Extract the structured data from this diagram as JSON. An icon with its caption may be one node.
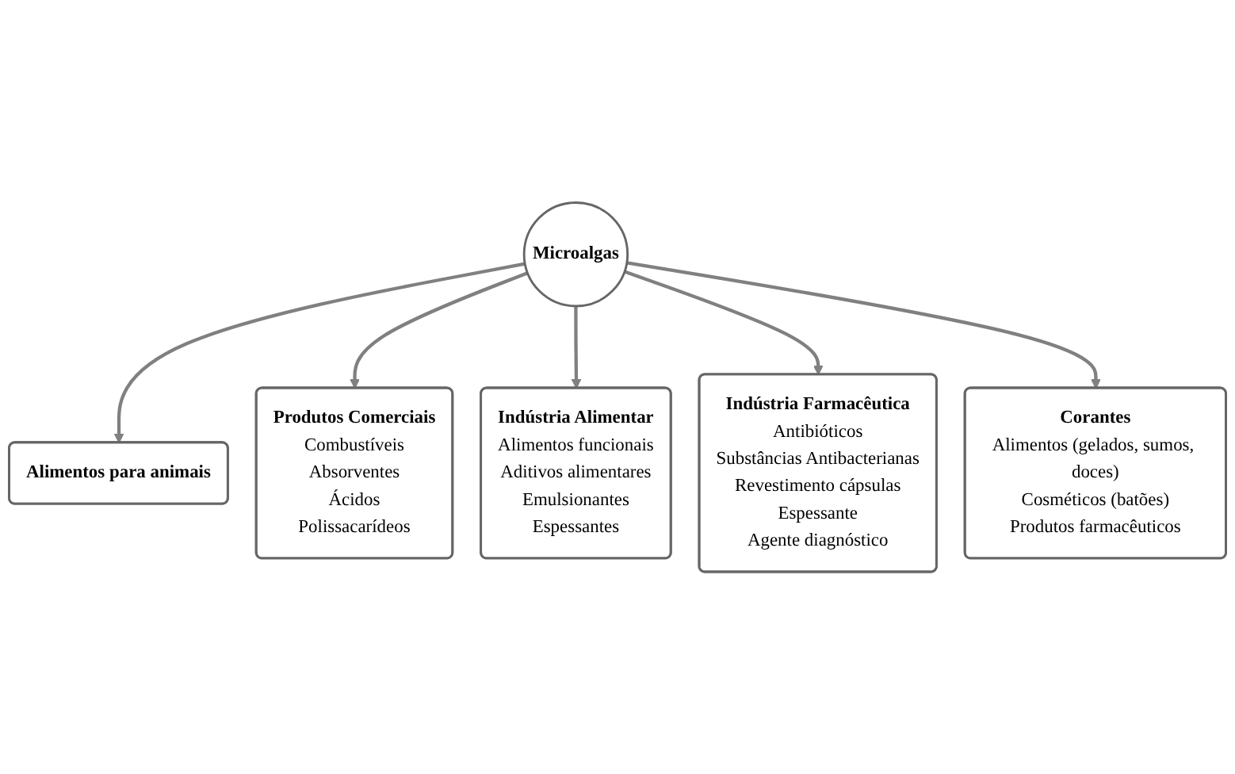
{
  "diagram": {
    "nodes": [
      {
        "text": [
          "Microalgas"
        ]
      },
      {
        "text": [
          "Alimentos para animais"
        ]
      },
      {
        "text": [
          "Produtos Comerciais",
          "Combustíveis",
          "Absorventes",
          "Ácidos",
          "Polissacarídeos"
        ]
      },
      {
        "text": [
          "Indústria Alimentar",
          "Alimentos funcionais",
          "Aditivos alimentares",
          "Emulsionantes",
          "Espessantes"
        ]
      },
      {
        "text": [
          "Indústria Farmacêutica",
          "Antibióticos",
          "Substâncias Antibacterianas",
          "Revestimento cápsulas",
          "Espessante",
          "Agente diagnóstico"
        ]
      },
      {
        "text": [
          "Corantes",
          "Alimentos (gelados, sumos, doces)",
          "Cosméticos (batões)",
          "Produtos farmacêuticos"
        ]
      }
    ],
    "edges": [
      {
        "from": 0,
        "to": 1,
        "arrow": "to"
      },
      {
        "from": 0,
        "to": 2,
        "arrow": "to"
      },
      {
        "from": 0,
        "to": 3,
        "arrow": "to"
      },
      {
        "from": 0,
        "to": 4,
        "arrow": "to"
      },
      {
        "from": 0,
        "to": 5,
        "arrow": "to"
      }
    ]
  }
}
